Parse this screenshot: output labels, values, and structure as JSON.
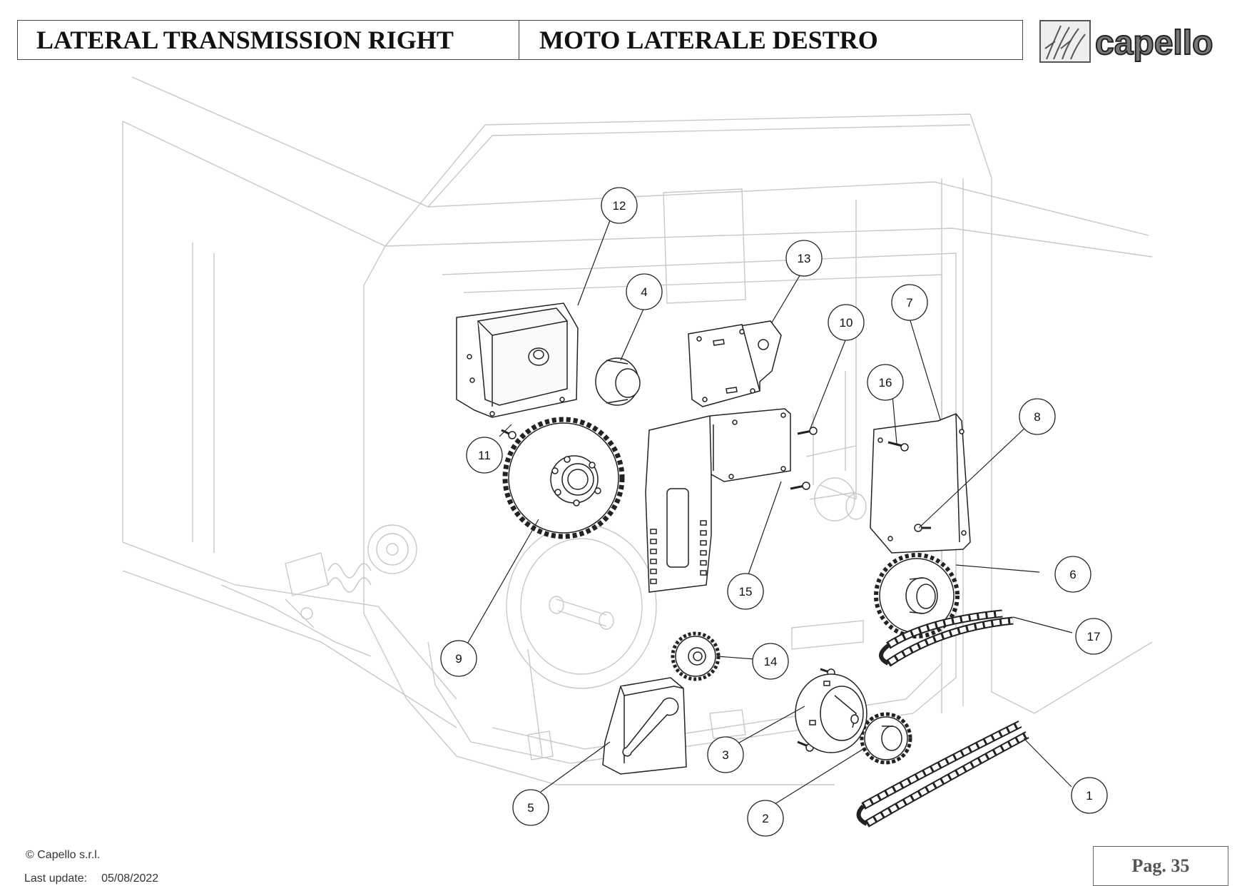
{
  "header": {
    "title_en": "LATERAL TRANSMISSION RIGHT",
    "title_it": "MOTO LATERALE DESTRO"
  },
  "logo": {
    "text": "capello"
  },
  "callouts": [
    {
      "num": "1"
    },
    {
      "num": "2"
    },
    {
      "num": "3"
    },
    {
      "num": "4"
    },
    {
      "num": "5"
    },
    {
      "num": "6"
    },
    {
      "num": "7"
    },
    {
      "num": "8"
    },
    {
      "num": "9"
    },
    {
      "num": "10"
    },
    {
      "num": "11"
    },
    {
      "num": "12"
    },
    {
      "num": "13"
    },
    {
      "num": "14"
    },
    {
      "num": "15"
    },
    {
      "num": "16"
    },
    {
      "num": "17"
    }
  ],
  "footer": {
    "copyright": "© Capello s.r.l.",
    "update_label": "Last update:",
    "update_date": "05/08/2022",
    "page": "Pag. 35"
  },
  "colors": {
    "frame_lines": "#c8c8c8",
    "part_lines": "#222222",
    "header_border": "#444444"
  }
}
